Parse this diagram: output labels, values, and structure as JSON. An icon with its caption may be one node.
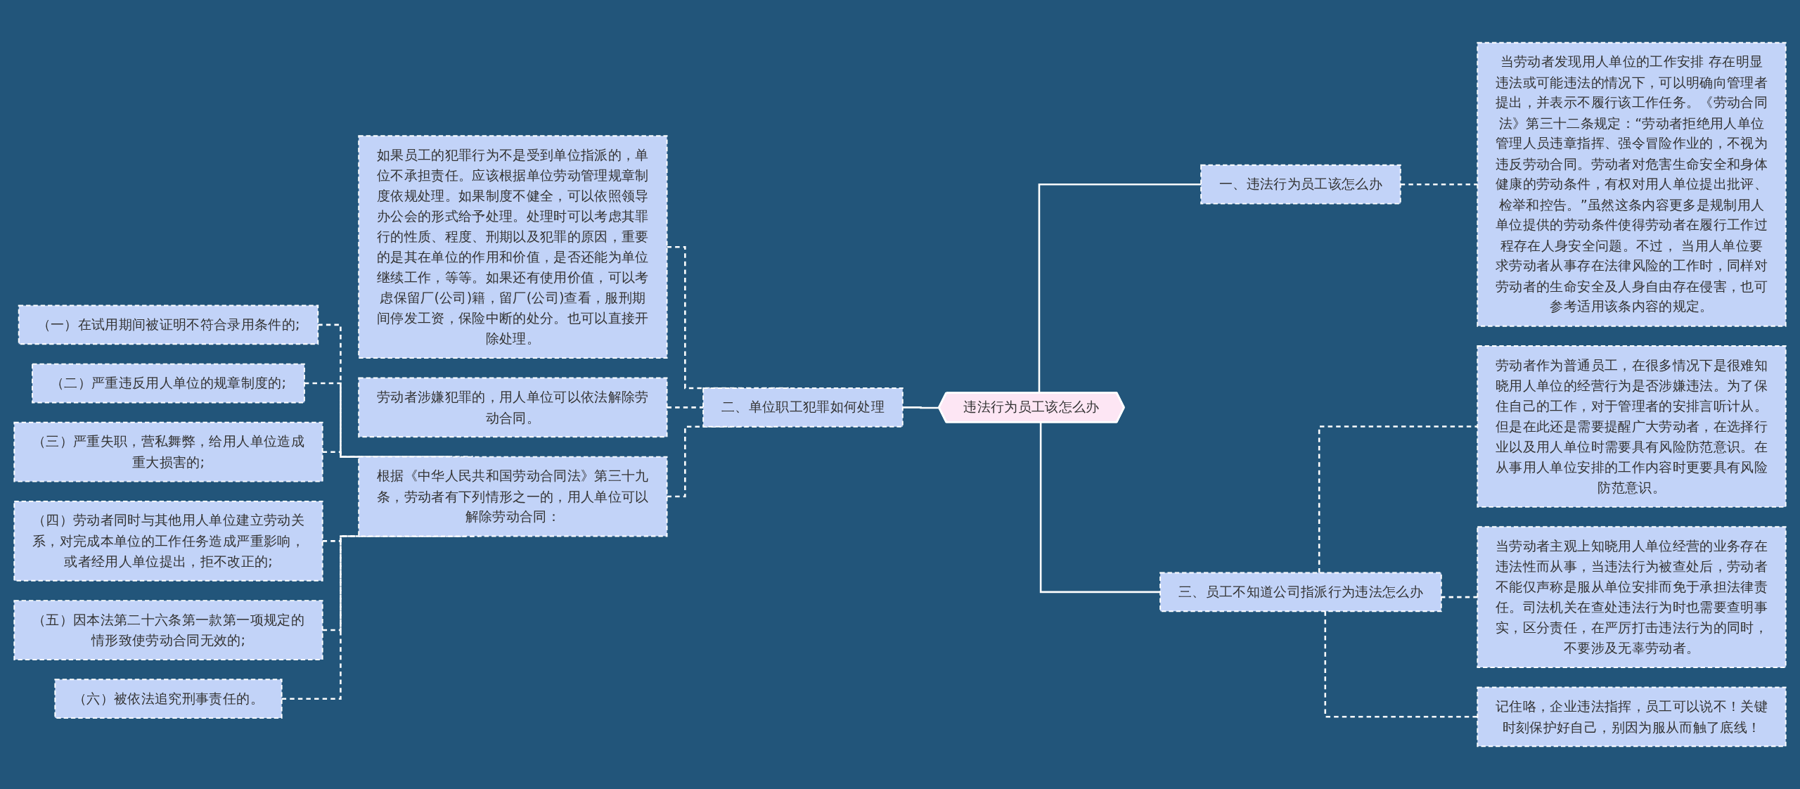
{
  "diagram": {
    "nodes": [
      {
        "text": [
          "违法行为员工该怎么办"
        ]
      },
      {
        "text": [
          "一、违法行为员工该怎么办"
        ]
      },
      {
        "text": [
          "当劳动者发现用人单位的工作安排 存在明显违法或可能违法的情况下，可以明确向管理者提出，并表示不履行该工作任务。《劳动合同法》第三十二条规定：“劳动者拒绝用人单位管理人员违章指挥、强令冒险作业的，不视为违反劳动合同。劳动者对危害生命安全和身体健康的劳动条件，有权对用人单位提出批评、检举和控告。”虽然这条内容更多是规制用人单位提供的劳动条件使得劳动者在履行工作过程存在人身安全问题。不过， 当用人单位要求劳动者从事存在法律风险的工作时，同样对劳动者的生命安全及人身自由存在侵害，也可参考适用该条内容的规定。"
        ]
      },
      {
        "text": [
          "二、单位职工犯罪如何处理"
        ]
      },
      {
        "text": [
          "如果员工的犯罪行为不是受到单位指派的，单位不承担责任。应该根据单位劳动管理规章制度依规处理。如果制度不健全，可以依照领导办公会的形式给予处理。处理时可以考虑其罪行的性质、程度、刑期以及犯罪的原因，重要的是其在单位的作用和价值，是否还能为单位继续工作，等等。如果还有使用价值，可以考虑保留厂(公司)籍，留厂(公司)查看，服刑期间停发工资，保险中断的处分。也可以直接开除处理。"
        ]
      },
      {
        "text": [
          "劳动者涉嫌犯罪的，用人单位可以依法解除劳动合同。"
        ]
      },
      {
        "text": [
          "根据《中华人民共和国劳动合同法》第三十九条，劳动者有下列情形之一的，用人单位可以解除劳动合同："
        ]
      },
      {
        "text": [
          "（一）在试用期间被证明不符合录用条件的;"
        ]
      },
      {
        "text": [
          "（二）严重违反用人单位的规章制度的;"
        ]
      },
      {
        "text": [
          "（三）严重失职，营私舞弊，给用人单位造成重大损害的;"
        ]
      },
      {
        "text": [
          "（四）劳动者同时与其他用人单位建立劳动关系，对完成本单位的工作任务造成严重影响，或者经用人单位提出，拒不改正的;"
        ]
      },
      {
        "text": [
          "（五）因本法第二十六条第一款第一项规定的情形致使劳动合同无效的;"
        ]
      },
      {
        "text": [
          "（六）被依法追究刑事责任的。"
        ]
      },
      {
        "text": [
          "三、员工不知道公司指派行为违法怎么办"
        ]
      },
      {
        "text": [
          "劳动者作为普通员工，在很多情况下是很难知晓用人单位的经营行为是否涉嫌违法。为了保住自己的工作，对于管理者的安排言听计从。但是在此还是需要提醒广大劳动者，在选择行业以及用人单位时需要具有风险防范意识。在从事用人单位安排的工作内容时更要具有风险防范意识。"
        ]
      },
      {
        "text": [
          "当劳动者主观上知晓用人单位经营的业务存在违法性而从事，当违法行为被查处后，劳动者不能仅声称是服从单位安排而免于承担法律责任。司法机关在查处违法行为时也需要查明事实，区分责任，在严厉打击违法行为的同时，不要涉及无辜劳动者。"
        ]
      },
      {
        "text": [
          "记住咯，企业违法指挥，员工可以说不！关键时刻保护好自己，别因为服从而触了底线！"
        ]
      }
    ],
    "edges": [
      {
        "from": 0,
        "to": 1,
        "arrow": "none"
      },
      {
        "from": 1,
        "to": 2,
        "arrow": "none",
        "style": "dashed"
      },
      {
        "from": 0,
        "to": 3,
        "arrow": "none"
      },
      {
        "from": 3,
        "to": 4,
        "arrow": "none",
        "style": "dashed"
      },
      {
        "from": 3,
        "to": 5,
        "arrow": "none",
        "style": "dashed"
      },
      {
        "from": 3,
        "to": 6,
        "arrow": "none",
        "style": "dashed"
      },
      {
        "from": 6,
        "to": 7,
        "arrow": "none",
        "style": "dashed"
      },
      {
        "from": 6,
        "to": 8,
        "arrow": "none",
        "style": "dashed"
      },
      {
        "from": 6,
        "to": 9,
        "arrow": "none",
        "style": "dashed"
      },
      {
        "from": 6,
        "to": 10,
        "arrow": "none",
        "style": "dashed"
      },
      {
        "from": 6,
        "to": 11,
        "arrow": "none",
        "style": "dashed"
      },
      {
        "from": 6,
        "to": 12,
        "arrow": "none",
        "style": "dashed"
      },
      {
        "from": 0,
        "to": 13,
        "arrow": "none"
      },
      {
        "from": 13,
        "to": 14,
        "arrow": "none",
        "style": "dashed"
      },
      {
        "from": 13,
        "to": 15,
        "arrow": "none",
        "style": "dashed"
      },
      {
        "from": 13,
        "to": 16,
        "arrow": "none",
        "style": "dashed"
      }
    ]
  }
}
